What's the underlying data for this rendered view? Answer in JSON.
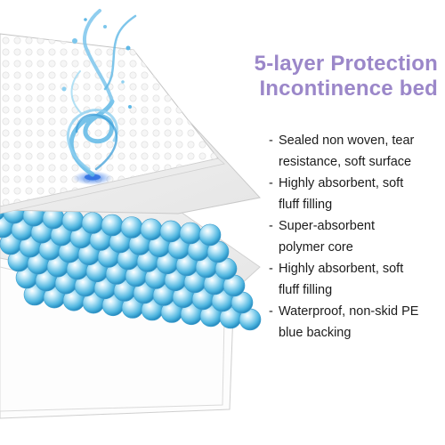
{
  "title": {
    "line1": "5-layer Protection",
    "line2": "Incontinence bed"
  },
  "features": [
    {
      "dash": "-",
      "line1": "Sealed non woven, tear",
      "line2": "resistance, soft surface"
    },
    {
      "dash": "-",
      "line1": "Highly absorbent, soft",
      "line2": "fluff filling"
    },
    {
      "dash": "-",
      "line1": "Super-absorbent",
      "line2": "polymer core"
    },
    {
      "dash": "-",
      "line1": "Highly absorbent, soft",
      "line2": "fluff filling"
    },
    {
      "dash": "-",
      "line1": "Waterproof, non-skid PE",
      "line2": "blue backing"
    }
  ],
  "colors": {
    "title": "#9b87c9",
    "text": "#1c1c1c",
    "polymer_bead": "#4fb6e0",
    "water": "#5fb8e6",
    "layer_edge": "#c8c8c8"
  },
  "icons": {
    "water_splash": "water-splash-icon"
  }
}
